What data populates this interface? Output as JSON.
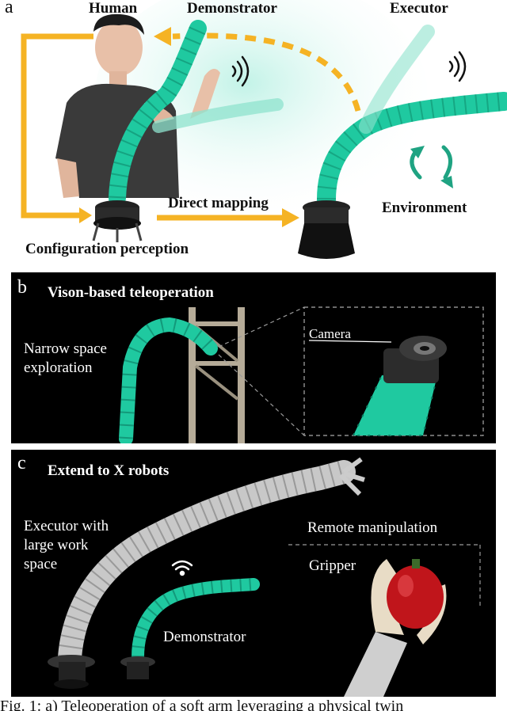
{
  "panel_a": {
    "letter": "a",
    "human_label": "Human",
    "demonstrator_label": "Demonstrator",
    "executor_label": "Executor",
    "direct_mapping_label": "Direct mapping",
    "environment_label": "Environment",
    "configuration_label": "Configuration perception"
  },
  "panel_b": {
    "letter": "b",
    "title": "Vison-based teleoperation",
    "narrow_line1": "Narrow space",
    "narrow_line2": "exploration",
    "camera_label": "Camera"
  },
  "panel_c": {
    "letter": "c",
    "title": "Extend to X robots",
    "executor_line1": "Executor with",
    "executor_line2": "large work",
    "executor_line3": "space",
    "remote_label": "Remote manipulation",
    "gripper_label": "Gripper",
    "demonstrator_label": "Demonstrator"
  },
  "caption": "Fig. 1: a) Teleoperation of a soft arm leveraging a physical twin",
  "colors": {
    "accent_orange": "#F5B324",
    "arm_teal": "#1FC9A0",
    "arm_grey": "#C8C8C8",
    "panel_bg": "#000000"
  }
}
